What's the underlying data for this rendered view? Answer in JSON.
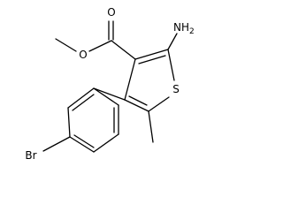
{
  "atoms": {
    "o_carbonyl": "O",
    "o_ester": "O",
    "amino": "NH",
    "amino_subscript": "2",
    "sulfur": "S",
    "bromine": "Br"
  },
  "colors": {
    "bond": "#000000",
    "label": "#000000",
    "background": "#ffffff"
  }
}
